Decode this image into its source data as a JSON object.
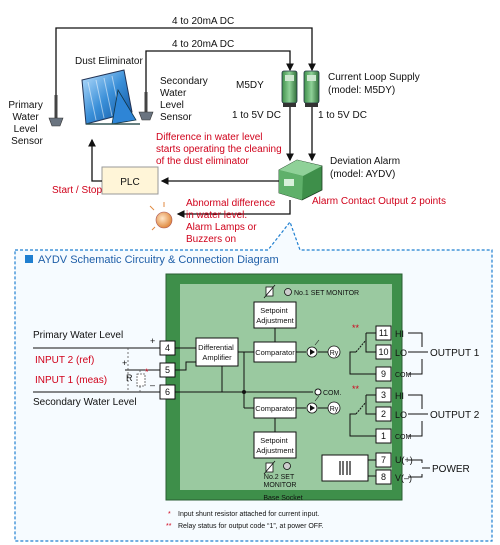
{
  "top": {
    "signal_top_1": "4 to 20mA DC",
    "signal_top_2": "4 to 20mA DC",
    "dust_eliminator": "Dust Eliminator",
    "primary_sensor": [
      "Primary",
      "Water",
      "Level",
      "Sensor"
    ],
    "secondary_sensor": [
      "Secondary",
      "Water",
      "Level",
      "Sensor"
    ],
    "m5dy": "M5DY",
    "current_loop": [
      "Current Loop Supply",
      "(model: M5DY)"
    ],
    "v_left": "1 to 5V DC",
    "v_right": "1 to 5V DC",
    "difference_note": [
      "Difference in water level",
      "starts operating the cleaning",
      "of the dust eliminator"
    ],
    "plc": "PLC",
    "start_stop": "Start / Stop",
    "deviation_alarm": [
      "Deviation Alarm",
      "(model: AYDV)"
    ],
    "alarm_contact": "Alarm Contact Output 2 points",
    "abnormal_note": [
      "Abnormal difference",
      "in water level.",
      "Alarm Lamps or",
      "Buzzers on"
    ]
  },
  "schematic": {
    "title": "AYDV Schematic Circuitry & Connection  Diagram",
    "primary_level": "Primary Water Level",
    "secondary_level": "Secondary Water Level",
    "input2": "INPUT 2 (ref)",
    "input1": "INPUT 1 (meas)",
    "r_label": "R",
    "star": "*",
    "plus": "+",
    "minus": "–",
    "terminals_left": [
      "4",
      "5",
      "6"
    ],
    "diff_amp": [
      "Differential",
      "Amplifier"
    ],
    "setpoint1": [
      "Setpoint",
      "Adjustment"
    ],
    "setpoint2": [
      "Setpoint",
      "Adjustment"
    ],
    "set_monitor1": "No.1 SET MONITOR",
    "set_monitor2": [
      "No.2 SET",
      "MONITOR"
    ],
    "comparator": "Comparator",
    "ry": "Ry",
    "com_label": "COM.",
    "double_star": "**",
    "terminals_right": [
      "11",
      "10",
      "9",
      "3",
      "2",
      "1",
      "7",
      "8"
    ],
    "term_labels": [
      "HI",
      "LO",
      "COM",
      "HI",
      "LO",
      "COM",
      "U(+)",
      "V(–)"
    ],
    "output1": "OUTPUT 1",
    "output2": "OUTPUT 2",
    "power": "POWER",
    "base_socket": "Base Socket"
  },
  "notes": {
    "star1": "*",
    "note1": "Input shunt resistor attached for current input.",
    "star2": "**",
    "note2": "Relay status for output code “1”, at power OFF."
  },
  "colors": {
    "accent_blue": "#1f7fd0",
    "module_green": "#9ac9a0",
    "alarm_red": "#d0021b",
    "panel_bg": "#f6fbff"
  }
}
